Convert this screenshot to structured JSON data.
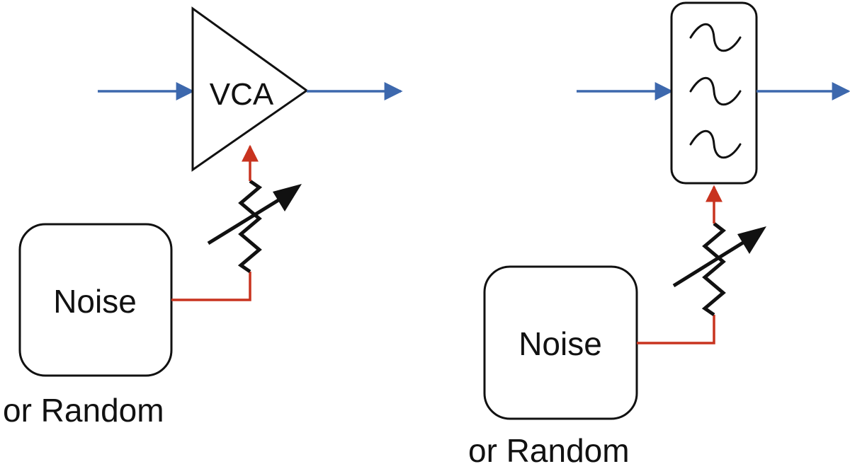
{
  "colors": {
    "signal": "#3d68ad",
    "control": "#c8331f",
    "outline": "#111111",
    "background": "#ffffff"
  },
  "left_diagram": {
    "amplifier_label": "VCA",
    "source_label": "Noise",
    "source_caption": "or Random"
  },
  "right_diagram": {
    "filter_icon": "filter-bank-icon",
    "source_label": "Noise",
    "source_caption": "or Random"
  }
}
